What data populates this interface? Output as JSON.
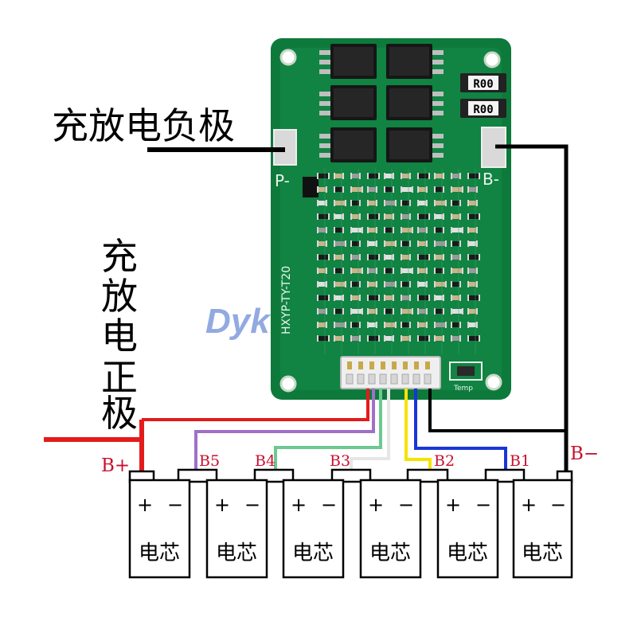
{
  "title_negative": "充放电负极",
  "title_positive": [
    "充",
    "放",
    "电",
    "正",
    "极"
  ],
  "terminal_labels": {
    "b_plus": "B+",
    "b_minus": "B−"
  },
  "taps": [
    "B5",
    "B4",
    "B3",
    "B2",
    "B1"
  ],
  "board": {
    "pad_p": "P-",
    "pad_b": "B-",
    "resistors": [
      "R00",
      "R00"
    ],
    "model": "HXYP-TY-T20",
    "temp_label": "Temp"
  },
  "cells": [
    {
      "plus": "+",
      "minus": "−",
      "label": "电芯"
    },
    {
      "plus": "+",
      "minus": "−",
      "label": "电芯"
    },
    {
      "plus": "+",
      "minus": "−",
      "label": "电芯"
    },
    {
      "plus": "+",
      "minus": "−",
      "label": "电芯"
    },
    {
      "plus": "+",
      "minus": "−",
      "label": "电芯"
    },
    {
      "plus": "+",
      "minus": "−",
      "label": "电芯"
    }
  ],
  "watermark": "Dykb",
  "colors": {
    "board": "#0d7a3b",
    "label_red": "#c8102e",
    "wire_red": "#e41b1b",
    "wire_purple": "#a070c8",
    "wire_green": "#6cc990",
    "wire_white": "#e6e6e6",
    "wire_yellow": "#f4e400",
    "wire_blue": "#1836d8",
    "wire_black": "#000000"
  }
}
